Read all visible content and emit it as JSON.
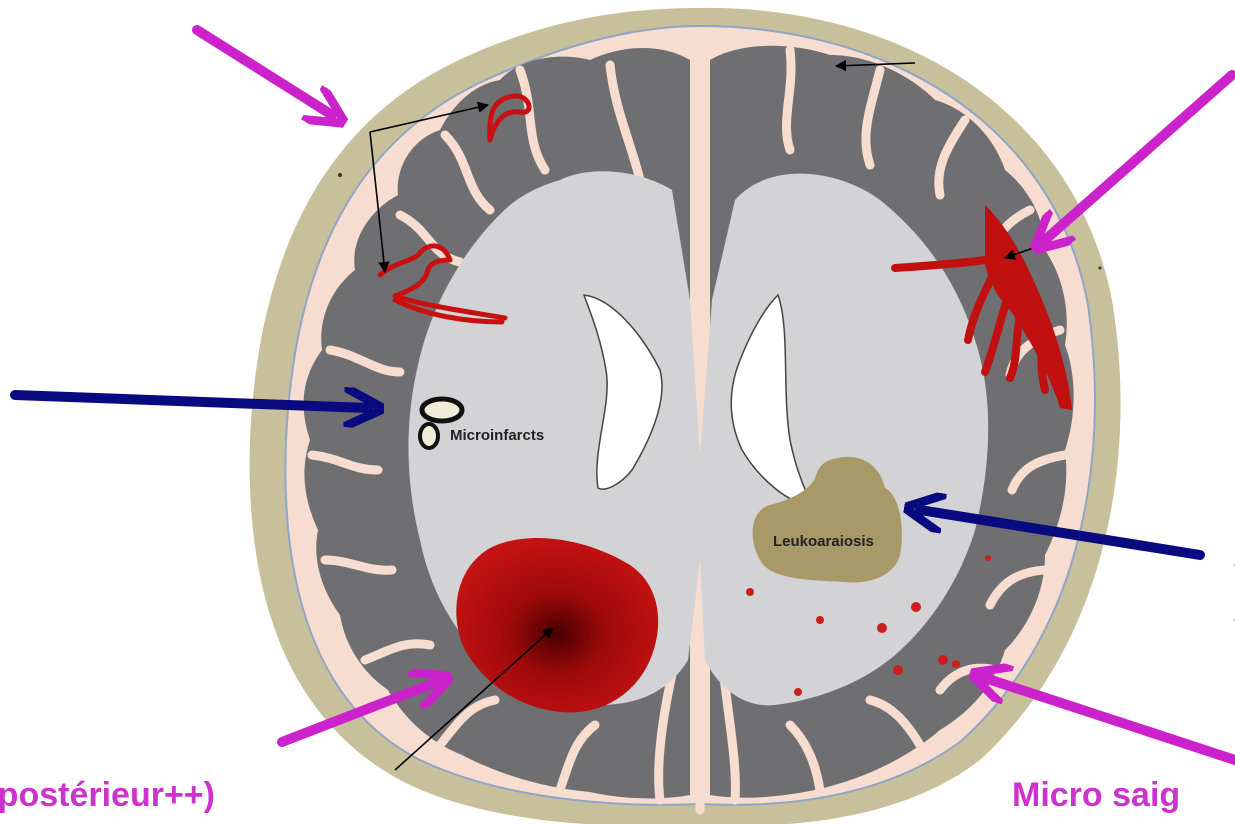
{
  "labels": {
    "microinfarcts": "Microinfarcts",
    "leukoaraiosis": "Leukoaraiosis"
  },
  "captions": {
    "left": "e (postérieur++)",
    "right": "Micro saig"
  },
  "colors": {
    "scalp": "#c8c09a",
    "csf": "#f7ddd0",
    "grey_matter": "#6f6f72",
    "white_matter": "#d3d3d5",
    "ventricles": "#ffffff",
    "hemorrhage": "#c01010",
    "leukoaraiosis": "#a89a68",
    "magenta_arrow": "#cc22cc",
    "navy_arrow": "#0a0a80"
  }
}
